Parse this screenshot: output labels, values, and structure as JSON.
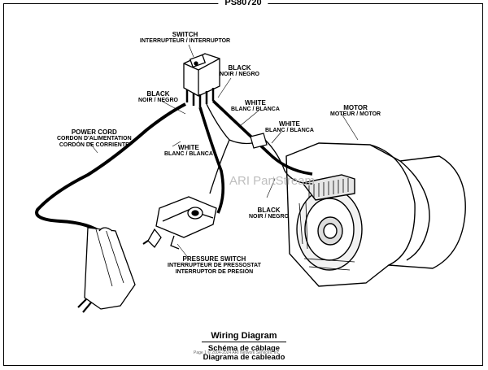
{
  "document_id": "PS80720",
  "labels": {
    "switch": {
      "main": "SWITCH",
      "sub": "INTERRUPTEUR / INTERRUPTOR"
    },
    "black_top": {
      "main": "BLACK",
      "sub": "NOIR / NEGRO"
    },
    "black_left": {
      "main": "BLACK",
      "sub": "NOIR / NEGRO"
    },
    "white_upper": {
      "main": "WHITE",
      "sub": "BLANC / BLANCA"
    },
    "white_mid": {
      "main": "WHITE",
      "sub": "BLANC / BLANCA"
    },
    "white_left": {
      "main": "WHITE",
      "sub": "BLANC / BLANCA"
    },
    "black_lower": {
      "main": "BLACK",
      "sub": "NOIR / NEGRO"
    },
    "motor": {
      "main": "MOTOR",
      "sub": "MOTEUR / MOTOR"
    },
    "power_cord": {
      "main": "POWER CORD",
      "sub1": "CORDON D'ALIMENTATION",
      "sub2": "CORDÓN DE CORRIENTE"
    },
    "pressure_switch": {
      "main": "PRESSURE SWITCH",
      "sub1": "INTERRUPTEUR DE PRESSOSTAT",
      "sub2": "INTERRUPTOR DE PRESIÓN"
    }
  },
  "watermark": "ARI PartStream",
  "footer": {
    "title": "Wiring Diagram",
    "sub1": "Schéma de câblage",
    "sub2": "Diagrama de cableado",
    "copyright": "Page 1 © 2004-2024 ARI Network Services, Inc."
  }
}
